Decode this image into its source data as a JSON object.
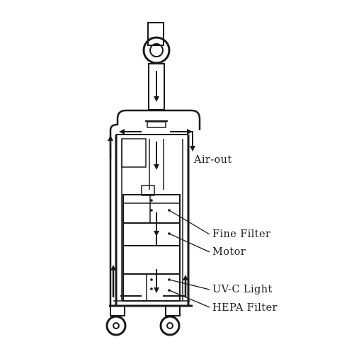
{
  "labels": {
    "air_out": "Air-out",
    "fine_filter": "Fine Filter",
    "motor": "Motor",
    "uvc_light": "UV-C Light",
    "hepa_filter": "HEPA Filter"
  }
}
